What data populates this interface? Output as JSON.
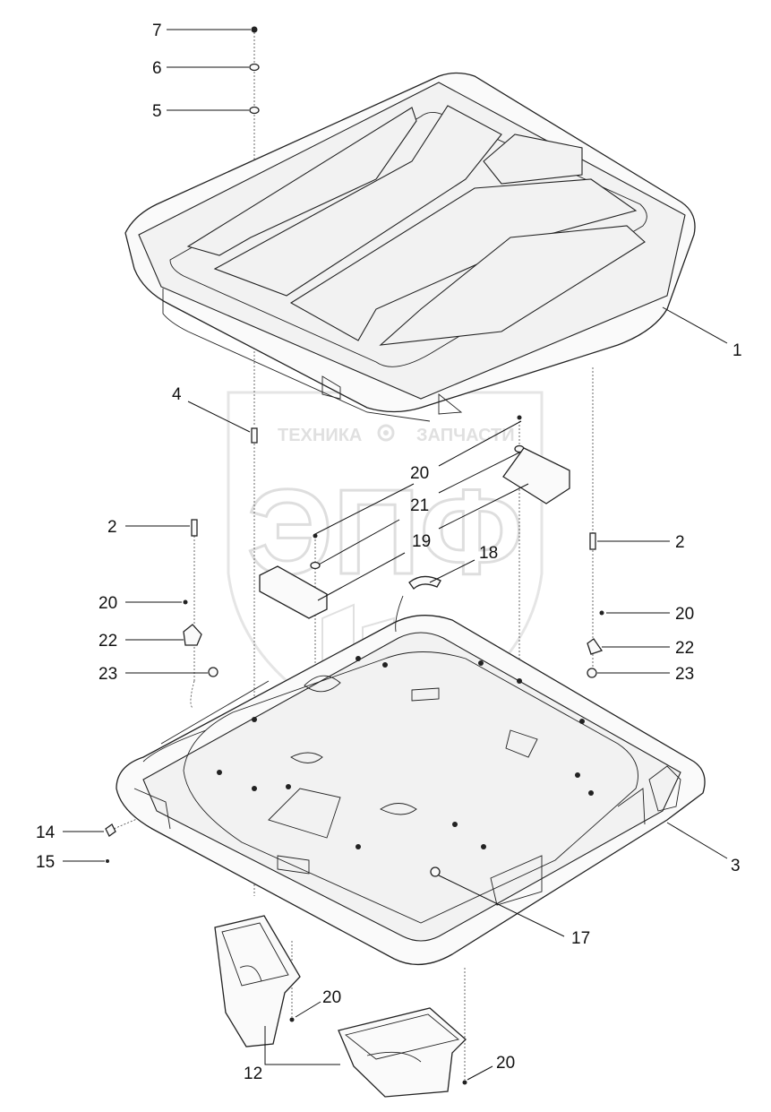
{
  "watermark": {
    "top_left_text": "ТЕХНИКА",
    "top_right_text": "ЗАПЧАСТИ",
    "big_text": "ЭПФ",
    "gear_icon": "gear-icon",
    "color": "#d0d0d0"
  },
  "callouts": [
    {
      "id": "c7",
      "label": "7"
    },
    {
      "id": "c6",
      "label": "6"
    },
    {
      "id": "c5",
      "label": "5"
    },
    {
      "id": "c1",
      "label": "1"
    },
    {
      "id": "c4",
      "label": "4"
    },
    {
      "id": "c20a",
      "label": "20"
    },
    {
      "id": "c21",
      "label": "21"
    },
    {
      "id": "c19",
      "label": "19"
    },
    {
      "id": "c18",
      "label": "18"
    },
    {
      "id": "c2a",
      "label": "2"
    },
    {
      "id": "c2b",
      "label": "2"
    },
    {
      "id": "c20b",
      "label": "20"
    },
    {
      "id": "c20c",
      "label": "20"
    },
    {
      "id": "c22a",
      "label": "22"
    },
    {
      "id": "c22b",
      "label": "22"
    },
    {
      "id": "c23a",
      "label": "23"
    },
    {
      "id": "c23b",
      "label": "23"
    },
    {
      "id": "c14",
      "label": "14"
    },
    {
      "id": "c15",
      "label": "15"
    },
    {
      "id": "c3",
      "label": "3"
    },
    {
      "id": "c17",
      "label": "17"
    },
    {
      "id": "c20d",
      "label": "20"
    },
    {
      "id": "c12",
      "label": "12"
    },
    {
      "id": "c20e",
      "label": "20"
    }
  ]
}
